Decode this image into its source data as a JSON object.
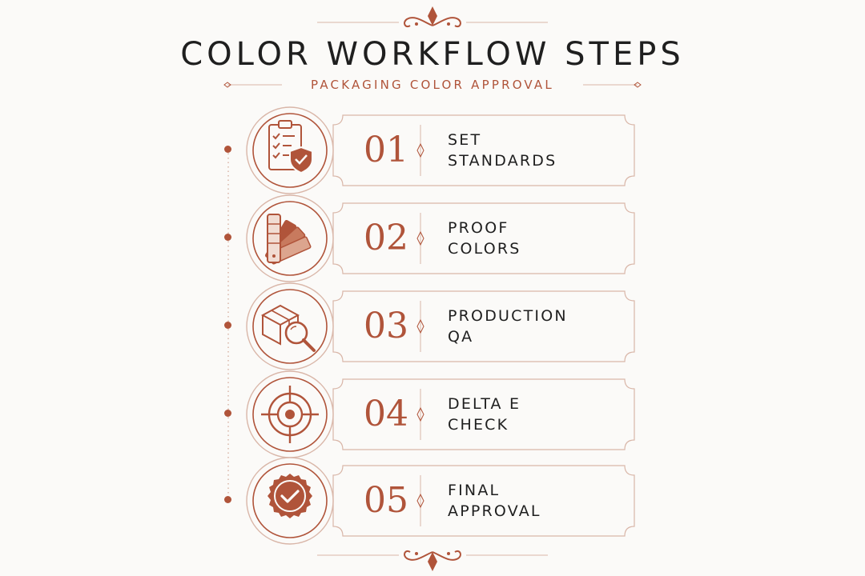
{
  "header": {
    "title": "COLOR WORKFLOW STEPS",
    "subtitle": "PACKAGING COLOR APPROVAL"
  },
  "colors": {
    "accent": "#b0543a",
    "text": "#1f1f1f",
    "card_border": "#d9b6a8",
    "background": "#fbfaf8"
  },
  "steps": [
    {
      "number": "01",
      "line1": "SET",
      "line2": "STANDARDS",
      "icon": "clipboard-shield-icon"
    },
    {
      "number": "02",
      "line1": "PROOF",
      "line2": "COLORS",
      "icon": "swatch-fan-icon"
    },
    {
      "number": "03",
      "line1": "PRODUCTION",
      "line2": "QA",
      "icon": "box-magnifier-icon"
    },
    {
      "number": "04",
      "line1": "DELTA E",
      "line2": "CHECK",
      "icon": "target-icon"
    },
    {
      "number": "05",
      "line1": "FINAL",
      "line2": "APPROVAL",
      "icon": "approval-badge-icon"
    }
  ]
}
